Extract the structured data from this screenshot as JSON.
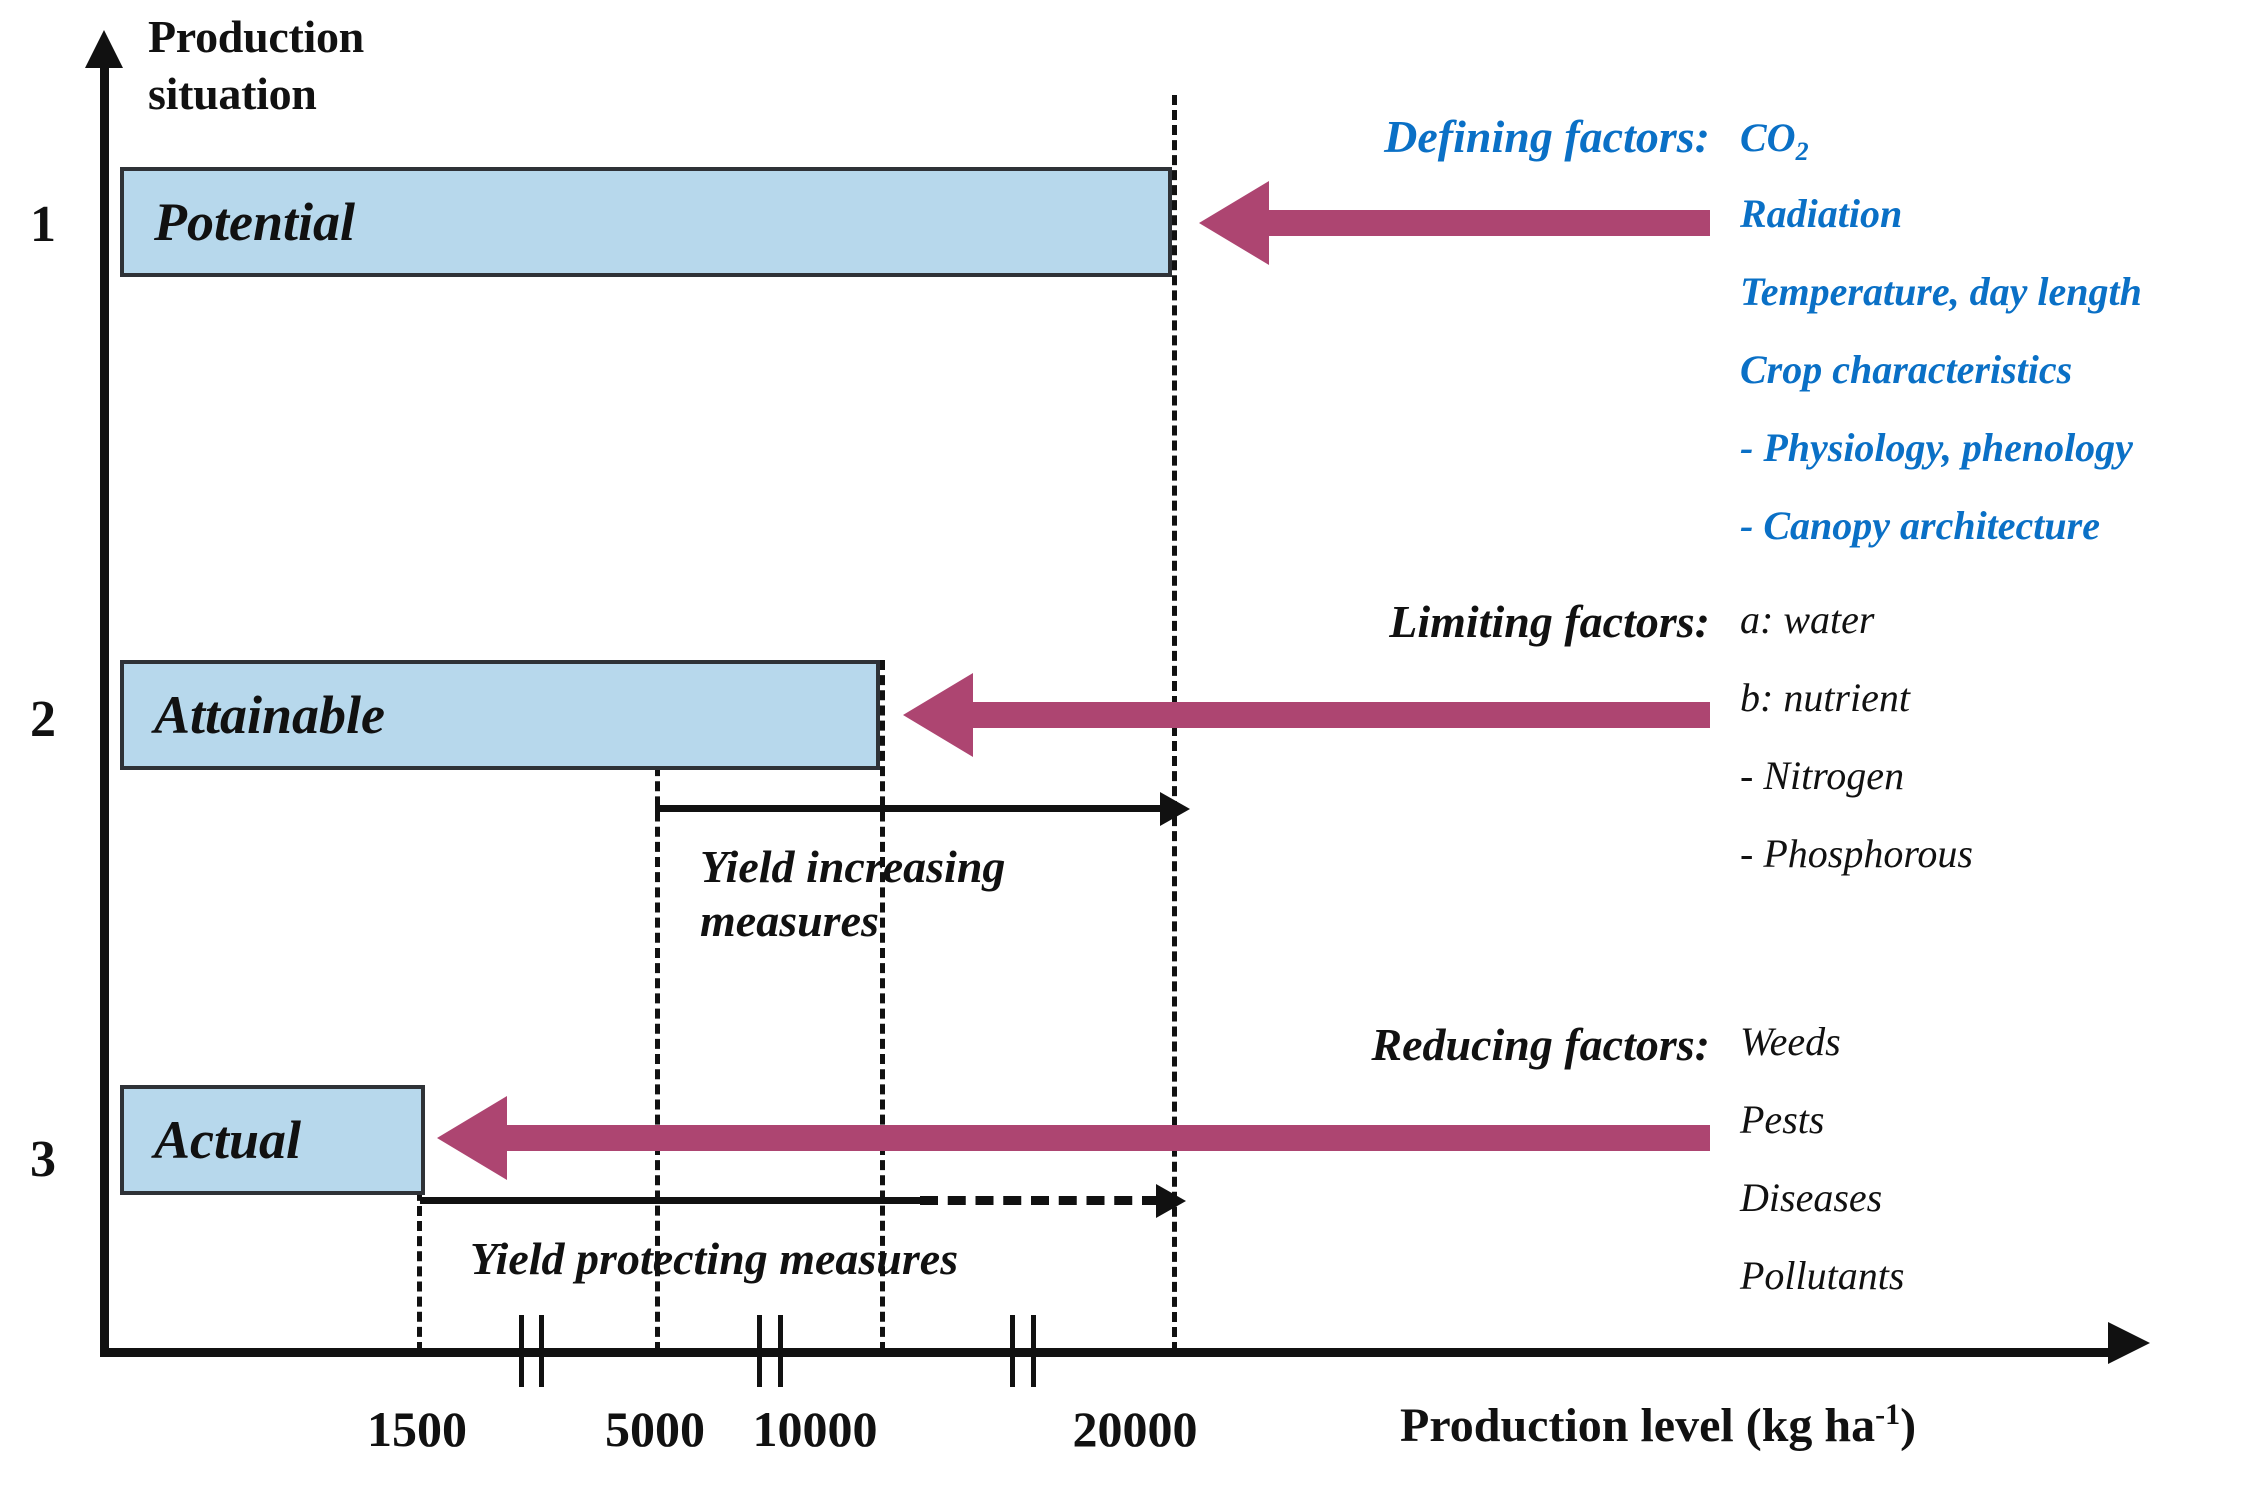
{
  "axes": {
    "y_title": "Production\nsituation",
    "y_title_line1": "Production",
    "y_title_line2": "situation",
    "x_title_text": "Production level (kg ha",
    "x_title_exponent": "-1",
    "x_title_close": ")"
  },
  "levels": [
    {
      "number": "1",
      "label": "Potential"
    },
    {
      "number": "2",
      "label": "Attainable"
    },
    {
      "number": "3",
      "label": "Actual"
    }
  ],
  "factor_groups": [
    {
      "heading": "Defining factors:",
      "color": "#0a70c6",
      "items": [
        "CO2",
        "Radiation",
        "Temperature, day length",
        "Crop characteristics",
        "- Physiology, phenology",
        "- Canopy architecture"
      ],
      "item_co2_base": "CO",
      "item_co2_sub": "2"
    },
    {
      "heading": "Limiting factors:",
      "color": "#111111",
      "items": [
        "a: water",
        "b: nutrient",
        "- Nitrogen",
        "- Phosphorous"
      ]
    },
    {
      "heading": "Reducing factors:",
      "color": "#111111",
      "items": [
        "Weeds",
        "Pests",
        "Diseases",
        "Pollutants"
      ]
    }
  ],
  "measures": [
    {
      "label_line1": "Yield increasing",
      "label_line2": "measures"
    },
    {
      "label_line1": "Yield protecting measures",
      "label_line2": ""
    }
  ],
  "chart_data": {
    "type": "bar",
    "title": "Production situation vs. production level",
    "xlabel": "Production level (kg ha-1)",
    "ylabel": "Production situation",
    "orientation": "horizontal",
    "grid": false,
    "legend": "none",
    "xticks": [
      "1500",
      "5000",
      "10000",
      "20000"
    ],
    "axis_breaks": 3,
    "categories": [
      "Potential",
      "Attainable",
      "Actual"
    ],
    "category_indices": [
      "1",
      "2",
      "3"
    ],
    "values": [
      20000,
      10000,
      1500
    ],
    "value_labels": [
      "20000",
      "10000",
      "1500"
    ],
    "bar_color": "#b7d8ec",
    "bar_border_color": "#2f3237",
    "arrow_color": "#ad4571",
    "annotations": [
      "Defining factors: CO2, Radiation, Temperature, day length, Crop characteristics, - Physiology, phenology, - Canopy architecture",
      "Limiting factors: a: water, b: nutrient, - Nitrogen, - Phosphorous",
      "Reducing factors: Weeds, Pests, Diseases, Pollutants",
      "Yield increasing measures (from 5000 to 20000)",
      "Yield protecting measures (from 1500 to 20000)"
    ]
  }
}
